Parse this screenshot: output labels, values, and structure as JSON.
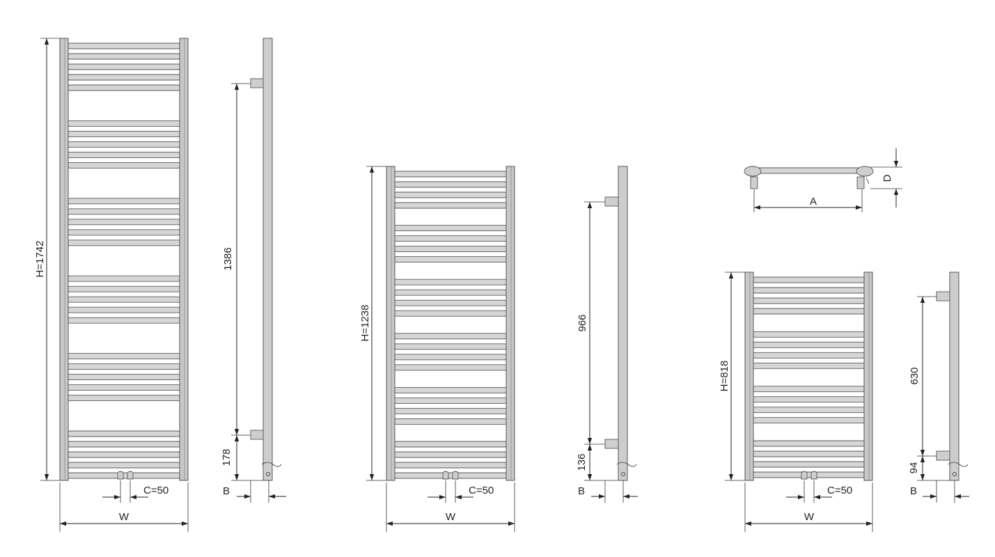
{
  "colors": {
    "line": "#222222",
    "metal": "#cfcfcf",
    "outline": "#555555",
    "background": "#ffffff"
  },
  "radiators": [
    {
      "height_label": "H=1742",
      "bracket_spacing_label": "1386",
      "bottom_offset_label": "178",
      "connection_label": "C=50",
      "width_label": "W",
      "depth_offset_label": "B",
      "bar_groups": [
        5,
        5,
        5,
        5,
        5,
        5
      ]
    },
    {
      "height_label": "H=1238",
      "bracket_spacing_label": "966",
      "bottom_offset_label": "136",
      "connection_label": "C=50",
      "width_label": "W",
      "depth_offset_label": "B",
      "bar_groups": [
        4,
        4,
        4,
        4,
        4,
        4
      ]
    },
    {
      "height_label": "H=818",
      "bracket_spacing_label": "630",
      "bottom_offset_label": "94",
      "connection_label": "C=50",
      "width_label": "W",
      "depth_offset_label": "B",
      "bar_groups": [
        4,
        4,
        4,
        4
      ]
    }
  ],
  "top_view": {
    "width_label": "A",
    "depth_label": "D"
  }
}
